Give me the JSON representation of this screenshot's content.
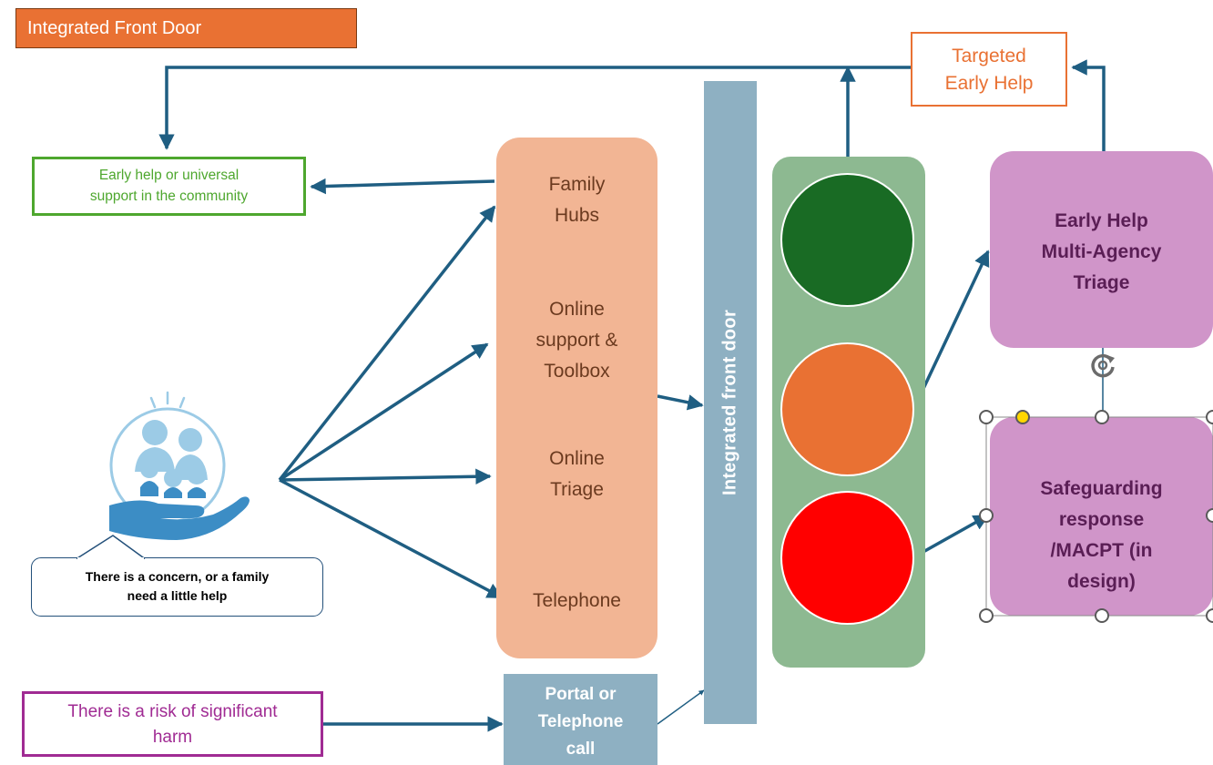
{
  "title": "Integrated Front Door",
  "targeted_early_help": [
    "Targeted",
    "Early Help"
  ],
  "early_help_universal": [
    "Early help or universal",
    "support in the community"
  ],
  "channels": [
    {
      "lines": [
        "Family",
        "Hubs"
      ]
    },
    {
      "lines": [
        "Online",
        "support &",
        "Toolbox"
      ]
    },
    {
      "lines": [
        "Online",
        "Triage"
      ]
    },
    {
      "lines": [
        "Telephone"
      ]
    }
  ],
  "integrated_front_door_bar": "Integrated front door",
  "triage_box": [
    "Early Help",
    "Multi-Agency",
    "Triage"
  ],
  "safeguarding_box": [
    "Safeguarding",
    "response",
    "/MACPT (in",
    "design)"
  ],
  "concern_bubble": [
    "There is a concern, or a family",
    "need a little help"
  ],
  "risk_box": [
    "There is a risk of significant",
    "harm"
  ],
  "portal_box": [
    "Portal or",
    "Telephone",
    "call"
  ],
  "colors": {
    "orange": "#E97133",
    "green_text": "#4EA72E",
    "purple": "#A02B93",
    "arrow": "#1F5E82",
    "peach": "#F2B594",
    "steel_blue": "#8EB0C2",
    "traffic_green": "#8DB991",
    "light_green": "#196B24",
    "light_orange": "#E97133",
    "light_red": "#FF0000",
    "mauve": "#D095C9"
  },
  "icons": [
    "family-in-hand-icon",
    "rotate-handle-icon"
  ]
}
